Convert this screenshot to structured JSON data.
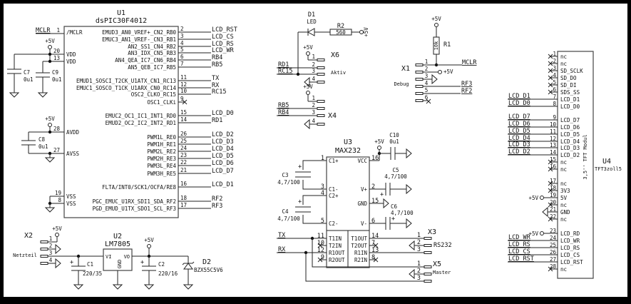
{
  "u1": {
    "ref": "U1",
    "value": "dsPIC30F4012",
    "left_pins": [
      {
        "num": "1",
        "name": "/MCLR",
        "net": "MCLR"
      },
      {
        "num": "20",
        "name": "VDD"
      },
      {
        "num": "13",
        "name": "VDD"
      },
      {
        "num": "28",
        "name": "AVDD"
      },
      {
        "num": "27",
        "name": "AVSS"
      },
      {
        "num": "19",
        "name": "VSS"
      },
      {
        "num": "8",
        "name": "VSS"
      }
    ],
    "right_pins": [
      {
        "num": "2",
        "name": "EMUD3_AN0_VREF+_CN2_RB0",
        "net": "LCD_RST"
      },
      {
        "num": "3",
        "name": "EMUC3_AN1_VREF-_CN3_RB1",
        "net": "LCD_CS"
      },
      {
        "num": "4",
        "name": "AN2_SS1_CN4_RB2",
        "net": "LCD_RS"
      },
      {
        "num": "5",
        "name": "AN3_IDX_CN5_RB3",
        "net": "LCD_WR"
      },
      {
        "num": "6",
        "name": "AN4_QEA_IC7_CN6_RB4",
        "net": "RB4"
      },
      {
        "num": "7",
        "name": "AN5_QEB_IC7_RB5",
        "net": "RB5"
      },
      {
        "num": "11",
        "name": "EMUD1_SOSCI_T2CK_U1ATX_CN1_RC13",
        "net": "TX"
      },
      {
        "num": "12",
        "name": "EMUC1_SOSCO_T1CK_U1ARX_CN0_RC14",
        "net": "RX"
      },
      {
        "num": "10",
        "name": "OSC2_CLKO_RC15",
        "net": "RC15"
      },
      {
        "num": "9",
        "name": "OSC1_CLKi",
        "net": ""
      },
      {
        "num": "15",
        "name": "EMUC2_OC1_IC1_INT1_RD0",
        "net": "LCD_D0"
      },
      {
        "num": "14",
        "name": "EMUD2_OC2_IC2_INT2_RD1",
        "net": "RD1"
      },
      {
        "num": "26",
        "name": "PWM1L_RE0",
        "net": "LCD_D2"
      },
      {
        "num": "25",
        "name": "PWM1H_RE1",
        "net": "LCD_D3"
      },
      {
        "num": "24",
        "name": "PWM2L_RE2",
        "net": "LCD_D4"
      },
      {
        "num": "23",
        "name": "PWM2H_RE3",
        "net": "LCD_D5"
      },
      {
        "num": "22",
        "name": "PWM3L_RE4",
        "net": "LCD_D6"
      },
      {
        "num": "21",
        "name": "PWM3H_RE5",
        "net": "LCD_D7"
      },
      {
        "num": "16",
        "name": "FLTA/INT0/SCK1/OCFA/RE8",
        "net": "LCD_D1"
      },
      {
        "num": "18",
        "name": "PGC_EMUC_U1RX_SDI1_SDA_RF2",
        "net": "RF2"
      },
      {
        "num": "17",
        "name": "PGD_EMUD_U1TX_SDO1_SCL_RF3",
        "net": "RF3"
      }
    ]
  },
  "power": {
    "vcc": "+5V"
  },
  "caps": {
    "c7": {
      "ref": "C7",
      "value": "0u1"
    },
    "c9": {
      "ref": "C9",
      "value": "0u1"
    },
    "c8": {
      "ref": "C8",
      "value": "0u1"
    },
    "c1": {
      "ref": "C1",
      "value": "220/35"
    },
    "c2": {
      "ref": "C2",
      "value": "220/16"
    },
    "c3": {
      "ref": "C3",
      "value": "4,7/100"
    },
    "c4": {
      "ref": "C4",
      "value": "4,7/100"
    },
    "c5": {
      "ref": "C5",
      "value": "4,7/100"
    },
    "c6": {
      "ref": "C6",
      "value": "4,7/100"
    },
    "c10": {
      "ref": "C10",
      "value": "0u1"
    }
  },
  "x2": {
    "ref": "X2",
    "label": "Netzteil",
    "pins": [
      "1",
      "2",
      "3",
      "4"
    ]
  },
  "u2": {
    "ref": "U2",
    "value": "LM7805",
    "pin_vi": "VI",
    "pin_vo": "VO",
    "pin_gnd": "GND"
  },
  "d2": {
    "ref": "D2",
    "value": "BZX55C5V6"
  },
  "d1": {
    "ref": "D1",
    "value": "LED"
  },
  "r2": {
    "ref": "R2",
    "value": "560"
  },
  "r1": {
    "ref": "R1",
    "value": "10k"
  },
  "x6": {
    "ref": "X6",
    "label": "Aktiv",
    "pins": [
      "1",
      "2",
      "3",
      "4"
    ],
    "nets": [
      "RD1",
      "RC15"
    ]
  },
  "x4": {
    "ref": "X4",
    "pins": [
      "1",
      "2",
      "3",
      "4"
    ],
    "nets": [
      "RB5",
      "RB4"
    ]
  },
  "x1": {
    "ref": "X1",
    "label": "Debug",
    "pins": [
      "1",
      "2",
      "3",
      "4",
      "5",
      "6"
    ],
    "nets": [
      "MCLR",
      "RF3",
      "RF2"
    ]
  },
  "u3": {
    "ref": "U3",
    "value": "MAX232",
    "pins_left": [
      {
        "num": "1",
        "name": "C1+"
      },
      {
        "num": "3",
        "name": "C1-"
      },
      {
        "num": "4",
        "name": "C2+"
      },
      {
        "num": "5",
        "name": "C2-"
      },
      {
        "num": "11",
        "name": "T1IN"
      },
      {
        "num": "10",
        "name": "T2IN"
      },
      {
        "num": "12",
        "name": "R1OUT"
      },
      {
        "num": "9",
        "name": "R2OUT"
      }
    ],
    "pins_right": [
      {
        "num": "16",
        "name": "VCC"
      },
      {
        "num": "2",
        "name": "V+"
      },
      {
        "num": "15",
        "name": "GND"
      },
      {
        "num": "6",
        "name": "V-"
      },
      {
        "num": "14",
        "name": "T1OUT"
      },
      {
        "num": "7",
        "name": "T2OUT"
      },
      {
        "num": "13",
        "name": "R1IN"
      },
      {
        "num": "8",
        "name": "R2IN"
      }
    ],
    "nets": {
      "tx": "TX",
      "rx": "RX"
    }
  },
  "x3": {
    "ref": "X3",
    "label": "RS232",
    "pins": [
      "1",
      "2",
      "3"
    ]
  },
  "x5": {
    "ref": "X5",
    "label": "Master",
    "pins": [
      "1",
      "2",
      "3"
    ]
  },
  "u4": {
    "ref": "U4",
    "value": "TFT3zoll5",
    "body_label": "3,5'' TFT Modul",
    "pins": [
      {
        "num": "1",
        "name": "nc",
        "net": ""
      },
      {
        "num": "2",
        "name": "nc",
        "net": ""
      },
      {
        "num": "3",
        "name": "SD_SCLK",
        "net": ""
      },
      {
        "num": "4",
        "name": "SD_DO",
        "net": ""
      },
      {
        "num": "5",
        "name": "SD_DI",
        "net": ""
      },
      {
        "num": "6",
        "name": "SDS_SS",
        "net": ""
      },
      {
        "num": "7",
        "name": "LCD_D1",
        "net": "LCD_D1"
      },
      {
        "num": "8",
        "name": "LCD_D0",
        "net": "LCD_D0"
      },
      {
        "num": "9",
        "name": "LCD_D7",
        "net": "LCD_D7"
      },
      {
        "num": "10",
        "name": "LCD_D6",
        "net": "LCD_D6"
      },
      {
        "num": "11",
        "name": "LCD_D5",
        "net": "LCD_D5"
      },
      {
        "num": "12",
        "name": "LCD_D4",
        "net": "LCD_D4"
      },
      {
        "num": "13",
        "name": "LCD_D3",
        "net": "LCD_D3"
      },
      {
        "num": "14",
        "name": "LCD_D2",
        "net": "LCD_D2"
      },
      {
        "num": "15",
        "name": "nc",
        "net": ""
      },
      {
        "num": "16",
        "name": "nc",
        "net": ""
      },
      {
        "num": "17",
        "name": "nc",
        "net": ""
      },
      {
        "num": "18",
        "name": "3V3",
        "net": ""
      },
      {
        "num": "19",
        "name": "5V",
        "net": "+5V"
      },
      {
        "num": "20",
        "name": "nc",
        "net": ""
      },
      {
        "num": "21",
        "name": "GND",
        "net": "GND"
      },
      {
        "num": "22",
        "name": "nc",
        "net": ""
      },
      {
        "num": "23",
        "name": "LCD_RD",
        "net": "+5V"
      },
      {
        "num": "24",
        "name": "LCD_WR",
        "net": "LCD_WR"
      },
      {
        "num": "25",
        "name": "LCD_RS",
        "net": "LCD_RS"
      },
      {
        "num": "26",
        "name": "LCD_CS",
        "net": "LCD_CS"
      },
      {
        "num": "27",
        "name": "LCD_RST",
        "net": "LCD_RST"
      },
      {
        "num": "28",
        "name": "nc",
        "net": ""
      }
    ]
  }
}
